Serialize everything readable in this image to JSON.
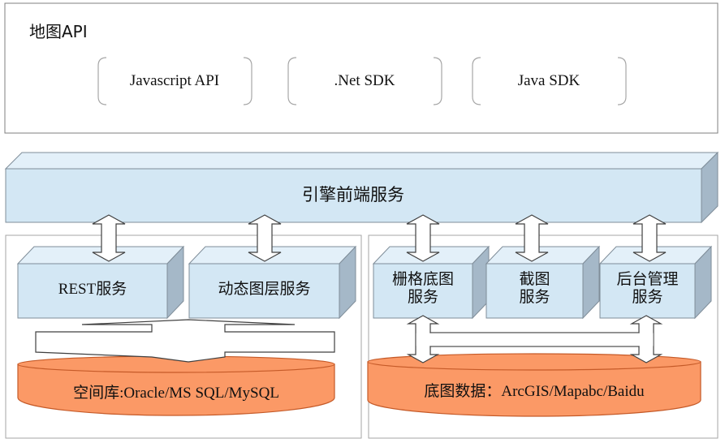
{
  "api_panel": {
    "title": "地图API",
    "items": [
      {
        "label": "Javascript API"
      },
      {
        "label": ".Net SDK"
      },
      {
        "label": "Java SDK"
      }
    ]
  },
  "engine": {
    "label": "引擎前端服务"
  },
  "left_group": {
    "services": [
      {
        "label": "REST服务"
      },
      {
        "label": "动态图层服务"
      }
    ],
    "database": {
      "label": "空间库:Oracle/MS SQL/MySQL"
    }
  },
  "right_group": {
    "services": [
      {
        "line1": "栅格底图",
        "line2": "服务"
      },
      {
        "line1": "截图",
        "line2": "服务"
      },
      {
        "line1": "后台管理",
        "line2": "服务"
      }
    ],
    "database": {
      "label": "底图数据：ArcGIS/Mapabc/Baidu"
    }
  },
  "colors": {
    "box_face": "#d3e7f4",
    "box_top": "#e3f0f9",
    "box_side": "#a5b8c8",
    "box_stroke": "#7f8d99",
    "db_fill": "#fb9966",
    "db_stroke": "#c55a28",
    "panel_stroke": "#7f7f7f"
  }
}
